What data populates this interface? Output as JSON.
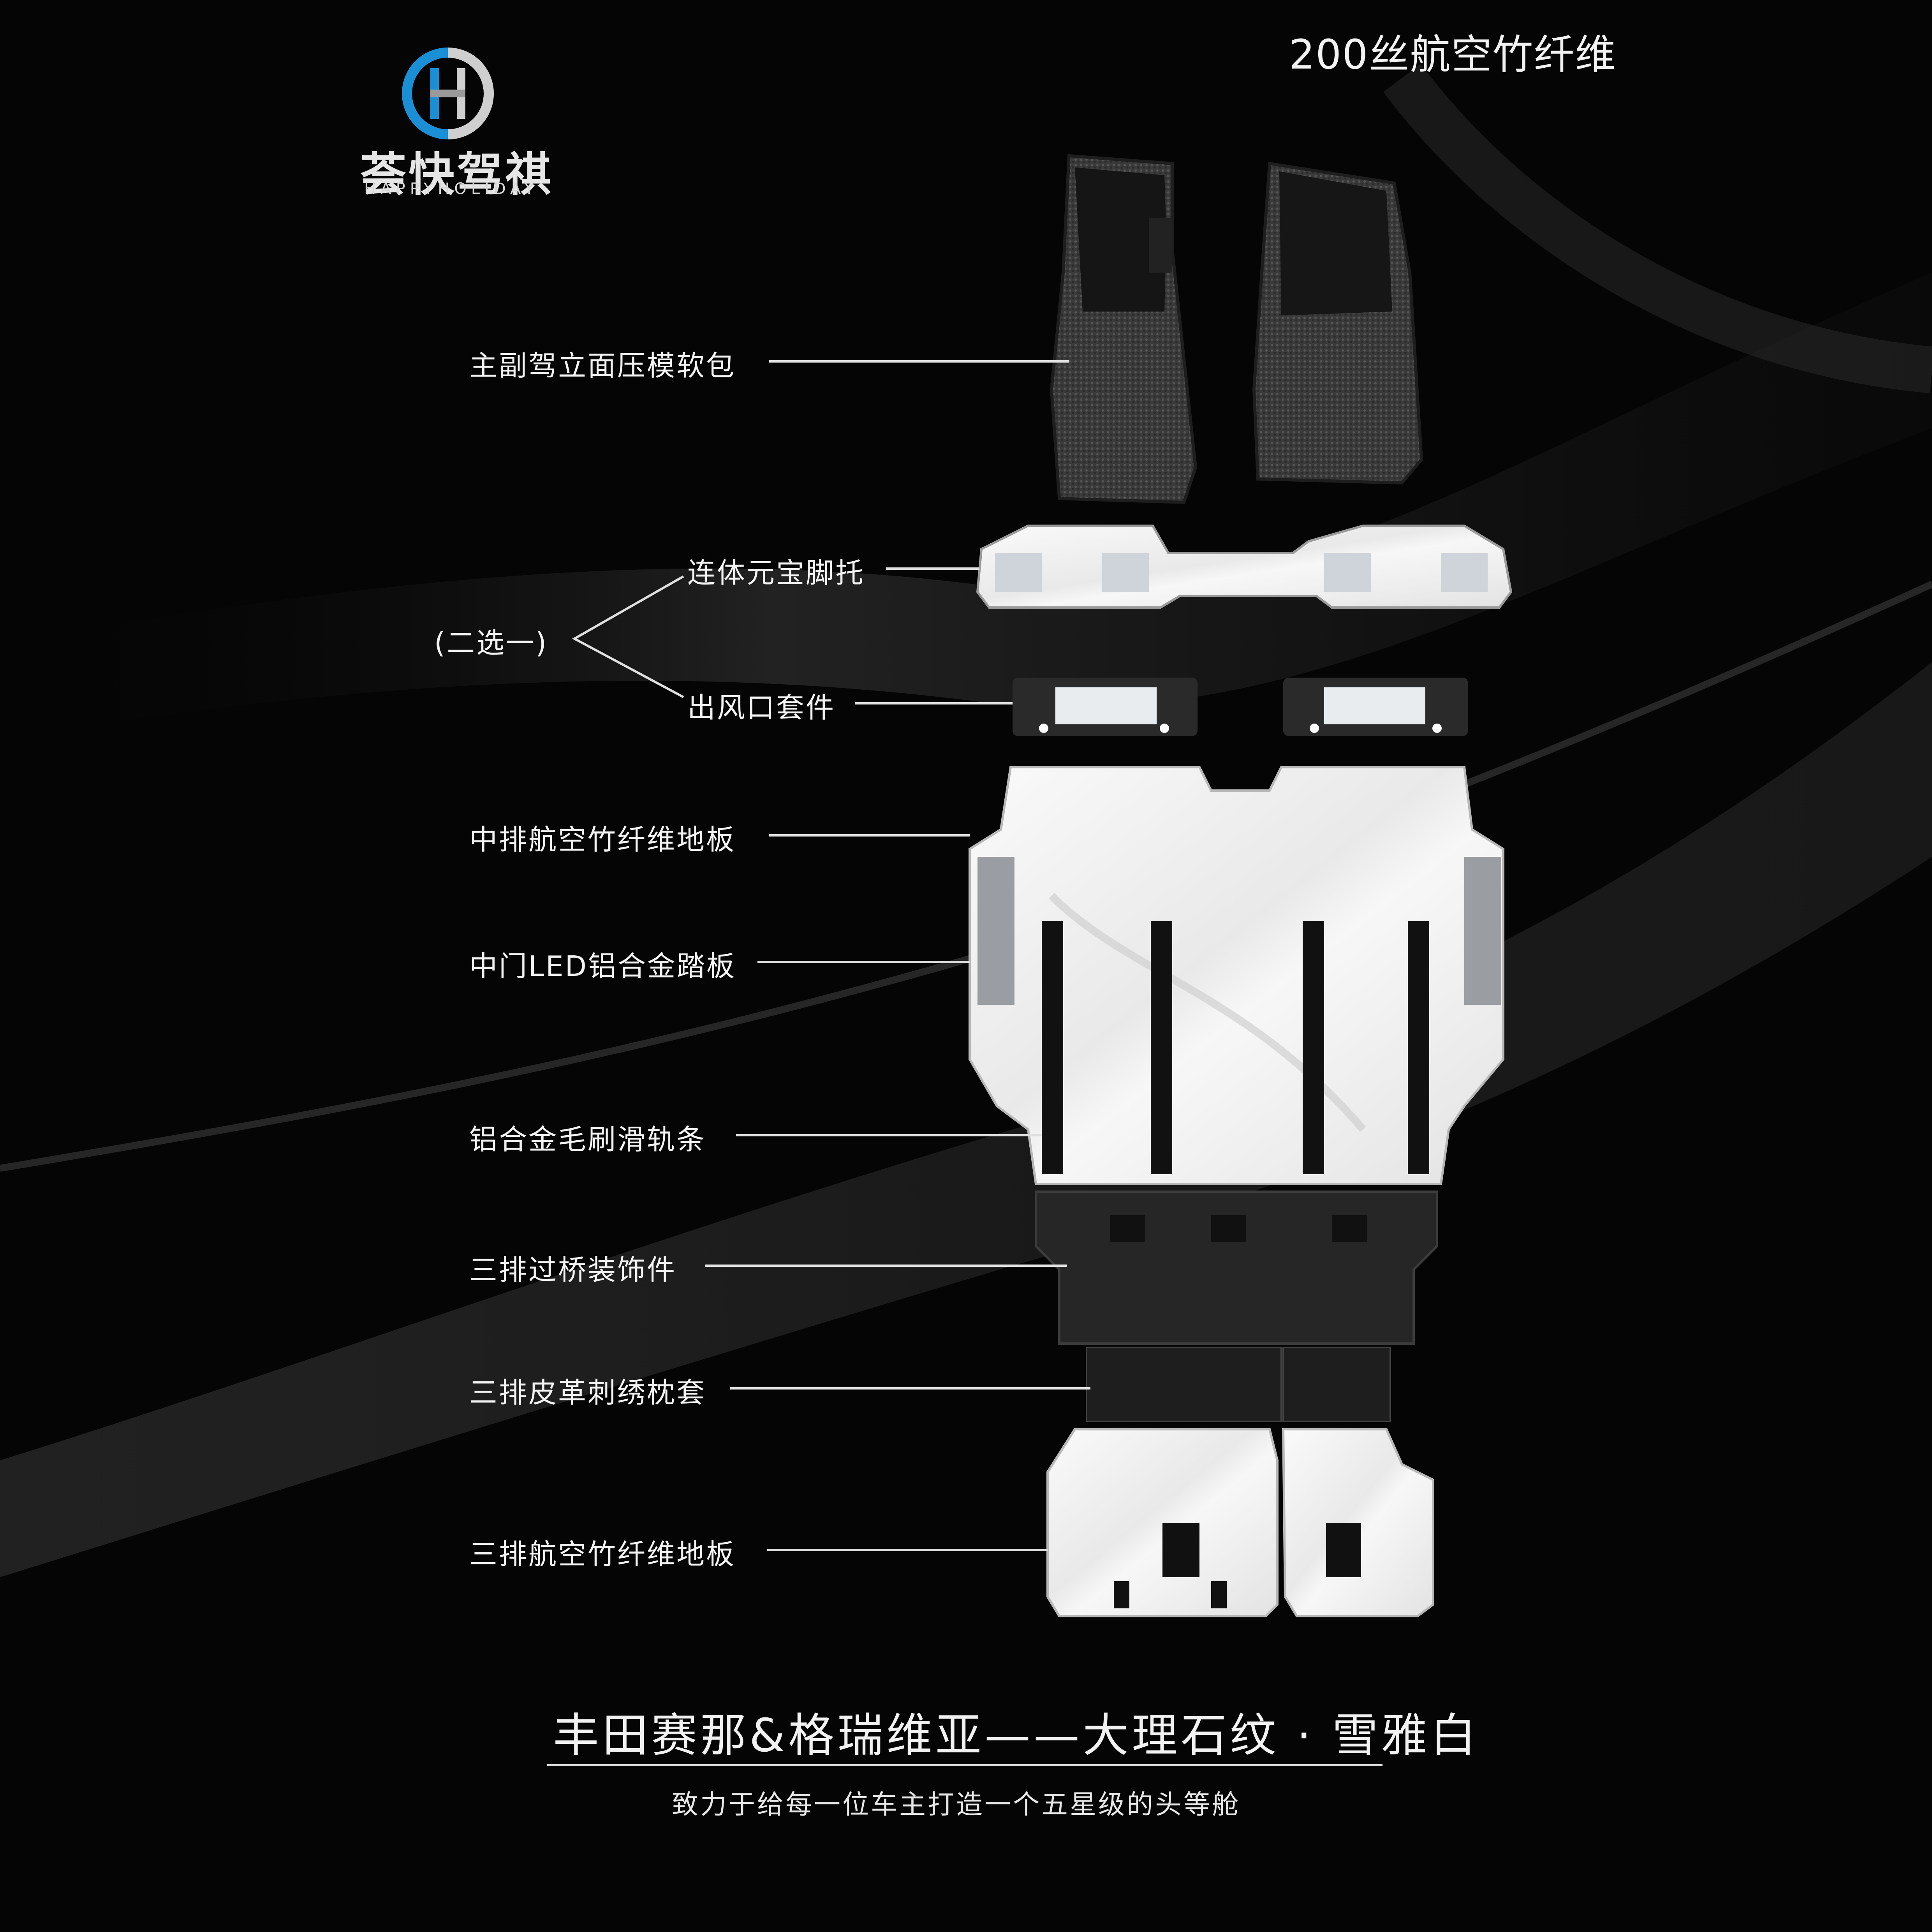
{
  "top_title": "200丝航空竹纤维",
  "brand": {
    "cn": "荟快驾祺",
    "en": "HAPPYHOLIDAY"
  },
  "choice_label": "(二选一)",
  "labels": {
    "front_mats": "主副驾立面压模软包",
    "footrest": "连体元宝脚托",
    "vent_kit": "出风口套件",
    "mid_floor": "中排航空竹纤维地板",
    "led_step": "中门LED铝合金踏板",
    "brush_rail": "铝合金毛刷滑轨条",
    "bridge_trim": "三排过桥装饰件",
    "pillow": "三排皮革刺绣枕套",
    "rear_floor": "三排航空竹纤维地板"
  },
  "bottom_title": "丰田赛那&格瑞维亚——大理石纹 · 雪雅白",
  "tagline": "致力于给每一位车主打造一个五星级的头等舱",
  "colors": {
    "background": "#050505",
    "text": "#f2f2f2",
    "logo_blue": "#1a8fd6",
    "logo_gray": "#cfcfcf",
    "marble": "#f1f1f1"
  }
}
